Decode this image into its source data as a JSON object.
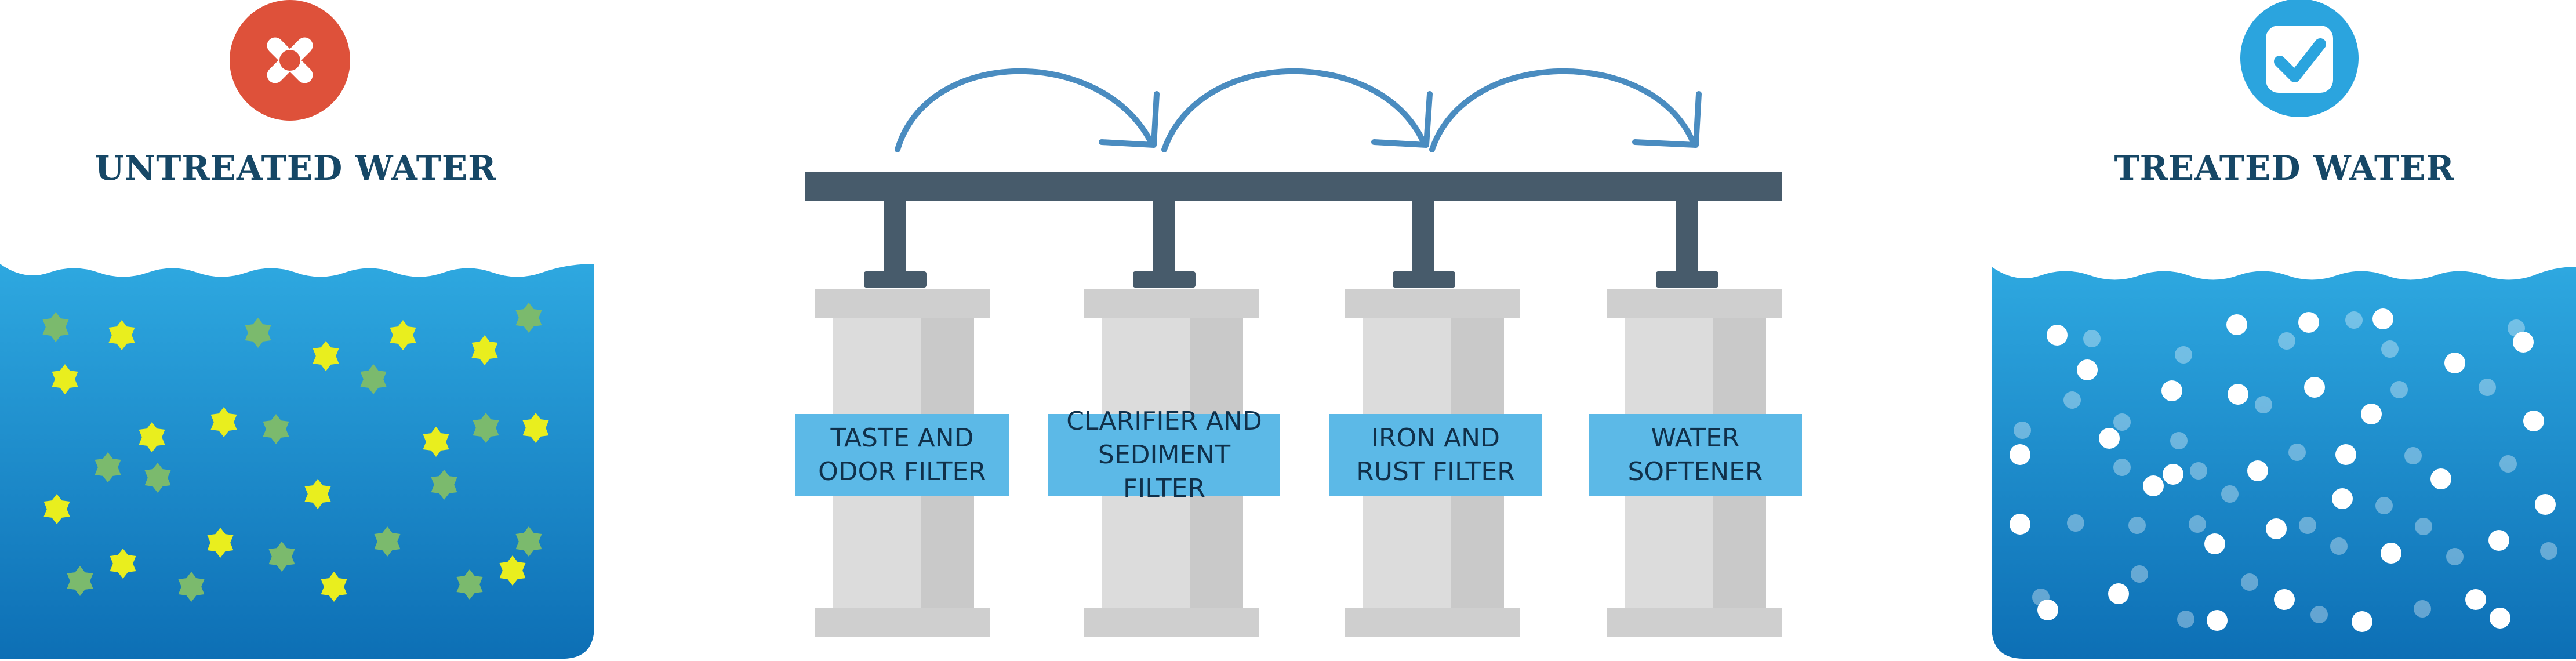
{
  "left_panel": {
    "title": "UNTREATED WATER",
    "status_icon": "cross-icon",
    "status_color": "#de513a"
  },
  "right_panel": {
    "title": "TREATED WATER",
    "status_icon": "check-icon",
    "status_color": "#2ba4de"
  },
  "filters": [
    {
      "label": "TASTE AND\nODOR FILTER"
    },
    {
      "label": "CLARIFIER AND\nSEDIMENT FILTER"
    },
    {
      "label": "IRON AND\nRUST FILTER"
    },
    {
      "label": "WATER\nSOFTENER"
    }
  ],
  "colors": {
    "water_top": "#2ea8e0",
    "water_bottom": "#0d6fb5",
    "pipe": "#475b6b",
    "filter_body": "#dcdcdc",
    "filter_shade": "#c9c9c9",
    "label_bg": "#5cb9e7",
    "arrow": "#4a8cc0",
    "contaminant_yellow": "#e9ee1e",
    "contaminant_green": "#7bba6d"
  }
}
